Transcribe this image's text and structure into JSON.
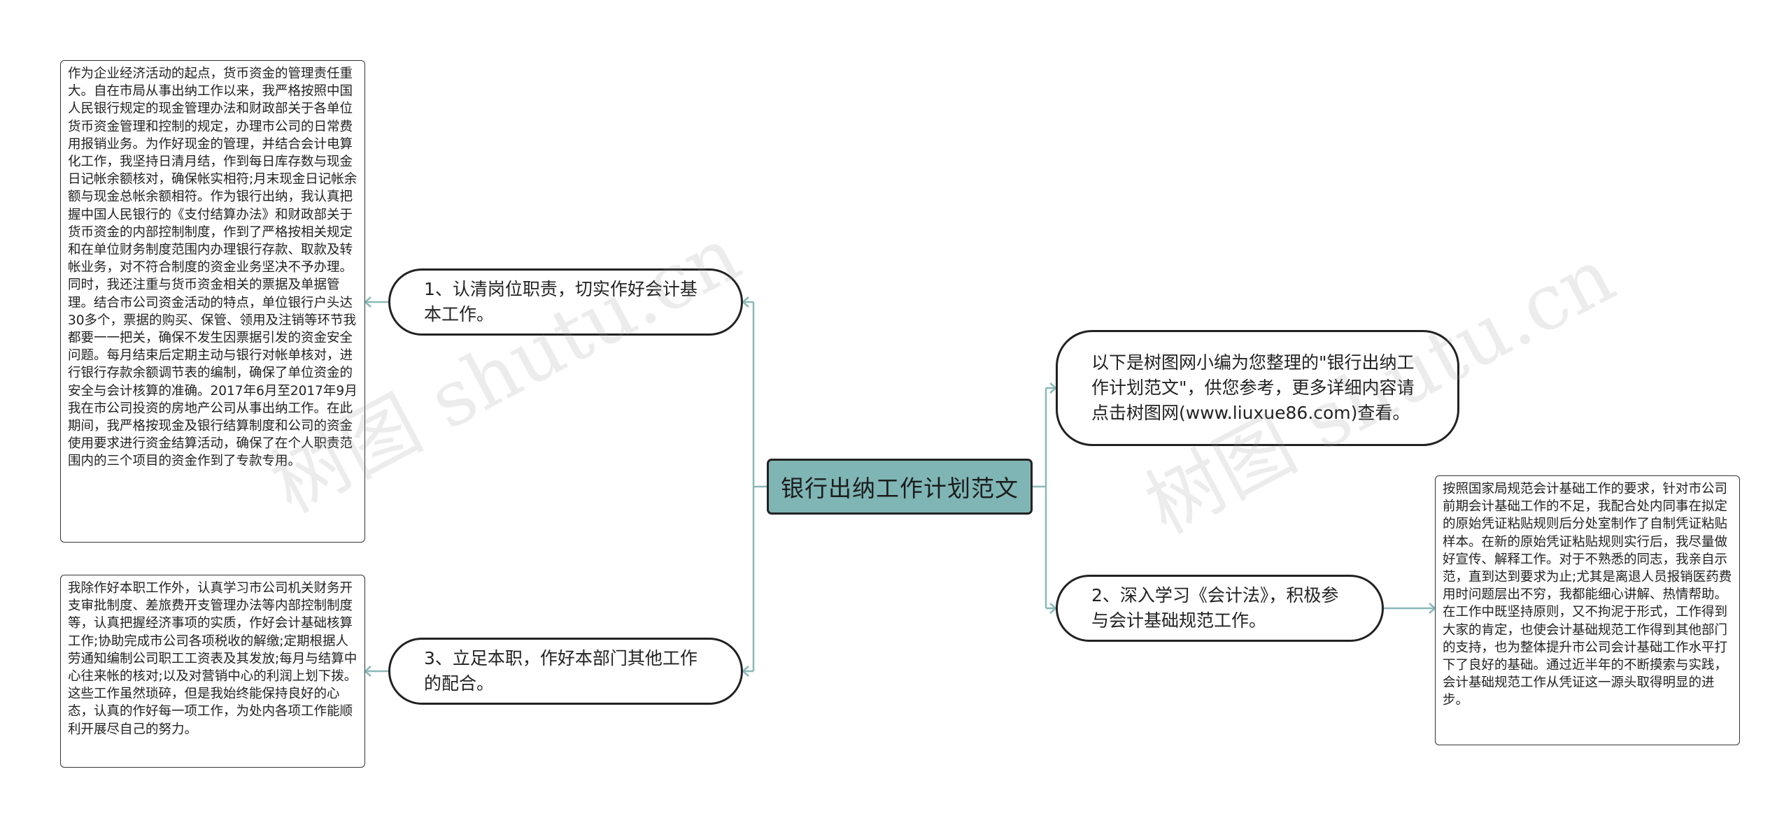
{
  "root": {
    "label": "银行出纳工作计划范文"
  },
  "branches": {
    "b1": {
      "label": "1、认清岗位职责，切实作好会计基本工作。"
    },
    "b3": {
      "label": "3、立足本职，作好本部门其他工作的配合。"
    },
    "intro": {
      "label": " 以下是树图网小编为您整理的\"银行出纳工作计划范文\"，供您参考，更多详细内容请点击树图网(www.liuxue86.com)查看。"
    },
    "b2": {
      "label": "2、深入学习《会计法》，积极参与会计基础规范工作。"
    }
  },
  "leaves": {
    "l1": "作为企业经济活动的起点，货币资金的管理责任重大。自在市局从事出纳工作以来，我严格按照中国人民银行规定的现金管理办法和财政部关于各单位货币资金管理和控制的规定，办理市公司的日常费用报销业务。为作好现金的管理，并结合会计电算化工作，我坚持日清月结，作到每日库存数与现金日记帐余额核对，确保帐实相符;月末现金日记帐余额与现金总帐余额相符。作为银行出纳，我认真把握中国人民银行的《支付结算办法》和财政部关于货币资金的内部控制制度，作到了严格按相关规定和在单位财务制度范围内办理银行存款、取款及转帐业务，对不符合制度的资金业务坚决不予办理。同时，我还注重与货币资金相关的票据及单据管理。结合市公司资金活动的特点，单位银行户头达30多个，票据的购买、保管、领用及注销等环节我都要一一把关，确保不发生因票据引发的资金安全问题。每月结束后定期主动与银行对帐单核对，进行银行存款余额调节表的编制，确保了单位资金的安全与会计核算的准确。2017年6月至2017年9月我在市公司投资的房地产公司从事出纳工作。在此期间，我严格按现金及银行结算制度和公司的资金使用要求进行资金结算活动，确保了在个人职责范围内的三个项目的资金作到了专款专用。",
    "l3": "我除作好本职工作外，认真学习市公司机关财务开支审批制度、差旅费开支管理办法等内部控制制度等，认真把握经济事项的实质，作好会计基础核算工作;协助完成市公司各项税收的解缴;定期根据人劳通知编制公司职工工资表及其发放;每月与结算中心往来帐的核对;以及对营销中心的利润上划下拨。这些工作虽然琐碎，但是我始终能保持良好的心态，认真的作好每一项工作，为处内各项工作能顺利开展尽自己的努力。",
    "l2": "按照国家局规范会计基础工作的要求，针对市公司前期会计基础工作的不足，我配合处内同事在拟定的原始凭证粘贴规则后分处室制作了自制凭证粘贴样本。在新的原始凭证粘贴规则实行后，我尽量做好宣传、解释工作。对于不熟悉的同志，我亲自示范，直到达到要求为止;尤其是离退人员报销医药费用时问题层出不穷，我都能细心讲解、热情帮助。在工作中既坚持原则，又不拘泥于形式，工作得到大家的肯定，也使会计基础规范工作得到其他部门的支持，也为整体提升市公司会计基础工作水平打下了良好的基础。通过近半年的不断摸索与实践，会计基础规范工作从凭证这一源头取得明显的进步。"
  },
  "watermark": {
    "left": "树图 shutu.cn",
    "right": "树图 shutu.cn"
  },
  "colors": {
    "root_fill": "#7fb5b5",
    "connector": "#8ab8b8",
    "border": "#222222"
  }
}
